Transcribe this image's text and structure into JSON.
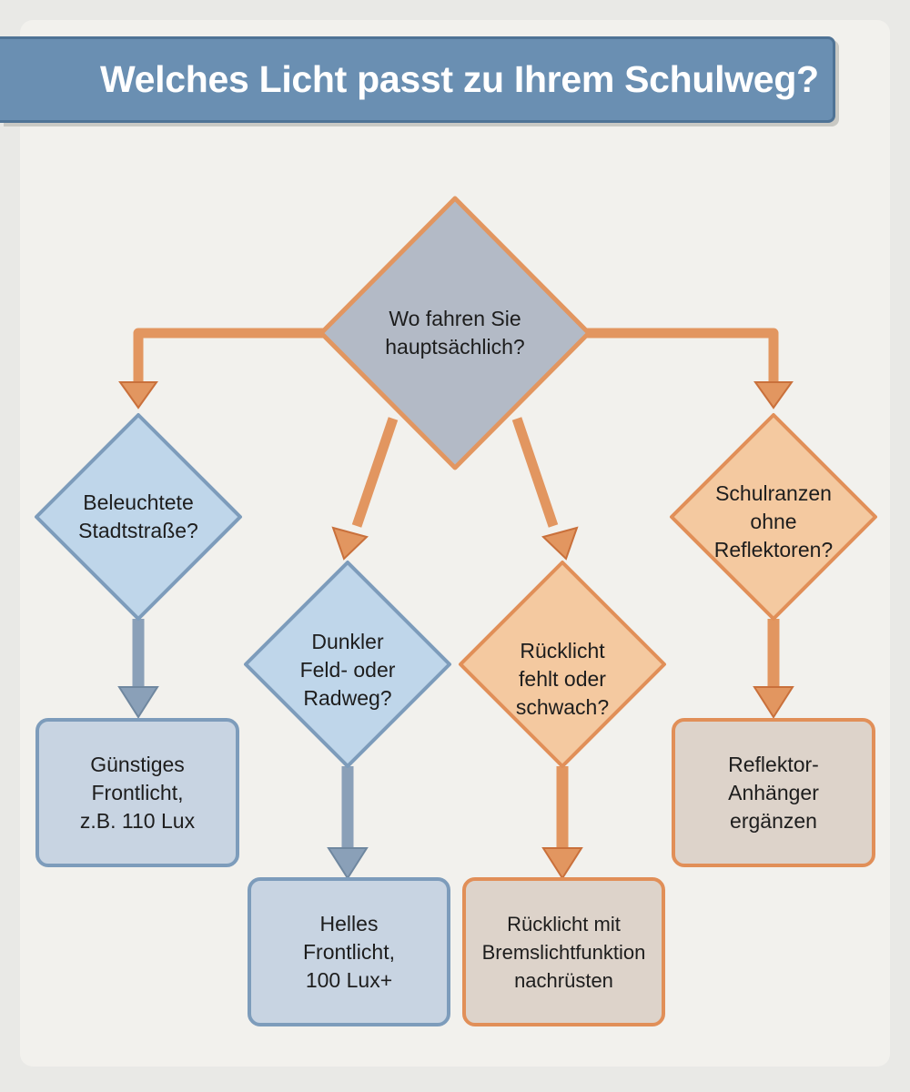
{
  "title": "Welches Licht passt zu Ihrem Schulweg?",
  "nodes": {
    "root": "Wo fahren Sie\nhauptsächlich?",
    "city": "Beleuchtete\nStadtstraße?",
    "rural": "Dunkler\nFeld- oder\nRadweg?",
    "rear": "Rücklicht\nfehlt oder\nschwach?",
    "bag": "Schulranzen\nohne\nReflektoren?"
  },
  "results": {
    "city": "Günstiges\nFrontlicht,\nz.B. 110 Lux",
    "rural": "Helles\nFrontlicht,\n100 Lux+",
    "rear": "Rücklicht mit\nBremslichtfunktion\nnachrüsten",
    "bag": "Reflektor-\nAnhänger\nergänzen"
  },
  "colors": {
    "title_bar": "#6a8fb2",
    "root_fill": "#b3bac6",
    "blue_fill": "#bfd6ea",
    "blue_border": "#7d9cbb",
    "orange_fill": "#f4c9a0",
    "orange_border": "#e18f58",
    "blue_result_fill": "#c8d4e2",
    "orange_result_fill": "#ddd3ca",
    "blue_arrow": "#8aa0b8",
    "orange_arrow": "#e29660"
  }
}
